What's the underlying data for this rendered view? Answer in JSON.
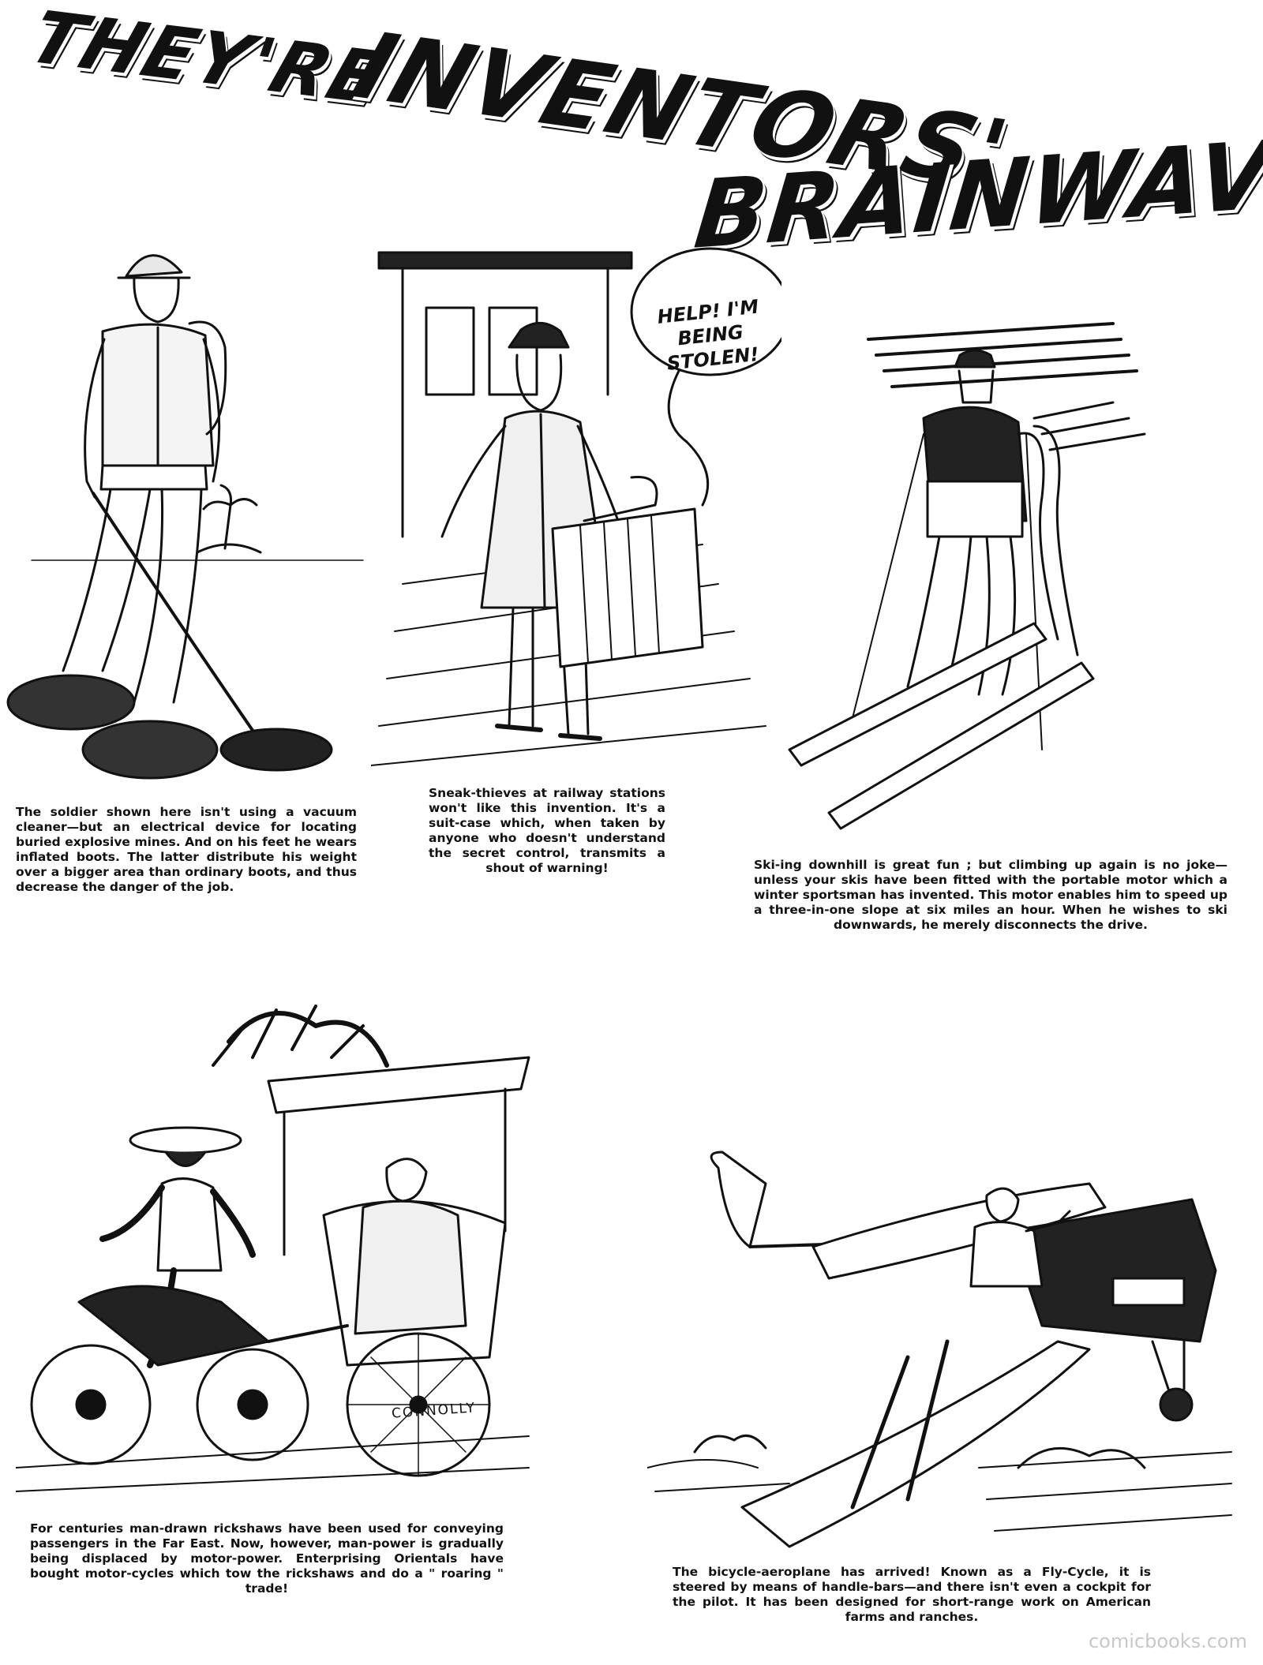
{
  "title": {
    "line1": "THEY'RE",
    "line2": "INVENTORS'",
    "line3": "BRAINWAVES!"
  },
  "panels": {
    "mine_detector": {
      "caption": "The soldier shown here isn't using a vacuum cleaner—but an electrical device for locating buried explosive mines. And on his feet he wears inflated boots. The latter distribute his weight over a bigger area than ordinary boots, and thus decrease the danger of the job."
    },
    "suitcase": {
      "speech": "HELP! I'M BEING STOLEN!",
      "caption": "Sneak-thieves at railway stations won't like this invention. It's a suit-case which, when taken by anyone who doesn't understand the secret control, transmits a shout of warning!"
    },
    "ski_motor": {
      "caption": "Ski-ing downhill is great fun ; but climbing up again is no joke—unless your skis have been fitted with the portable motor which a winter sportsman has invented. This motor enables him to speed up a three-in-one slope at six miles an hour. When he wishes to ski downwards, he merely disconnects the drive."
    },
    "rickshaw": {
      "signature": "CONNOLLY",
      "caption": "For centuries man-drawn rickshaws have been used for conveying passengers in the Far East. Now, however, man-power is gradually being displaced by motor-power. Enterprising Orientals have bought motor-cycles which tow the rickshaws and do a \" roaring \" trade!"
    },
    "fly_cycle": {
      "caption": "The bicycle-aeroplane has arrived! Known as a Fly-Cycle, it is steered by means of handle-bars—and there isn't even a cockpit for the pilot. It has been designed for short-range work on American farms and ranches."
    }
  },
  "watermark": "comicbooks.com",
  "colors": {
    "ink": "#111111",
    "paper": "#ffffff",
    "watermark": "#c8c8c8"
  }
}
